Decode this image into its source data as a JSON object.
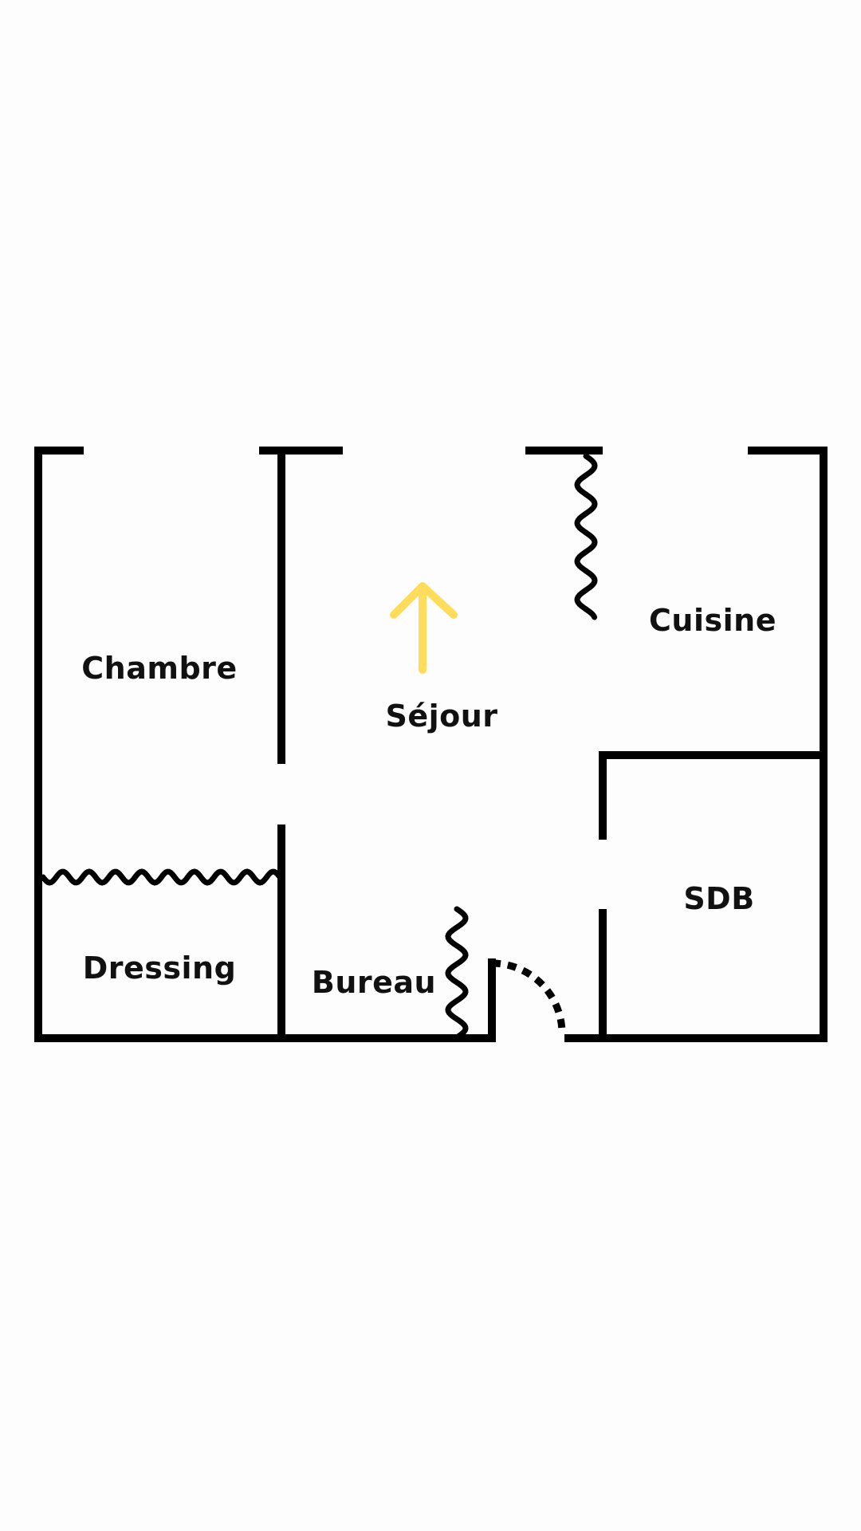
{
  "floor_plan": {
    "rooms": {
      "chambre": "Chambre",
      "sejour": "Séjour",
      "cuisine": "Cuisine",
      "sdb": "SDB",
      "dressing": "Dressing",
      "bureau": "Bureau"
    },
    "colors": {
      "walls": "#000000",
      "arrow": "#ffdc5c"
    },
    "icons": [
      "north-arrow-icon",
      "door-swing-icon",
      "curtain-wave-icon"
    ]
  }
}
